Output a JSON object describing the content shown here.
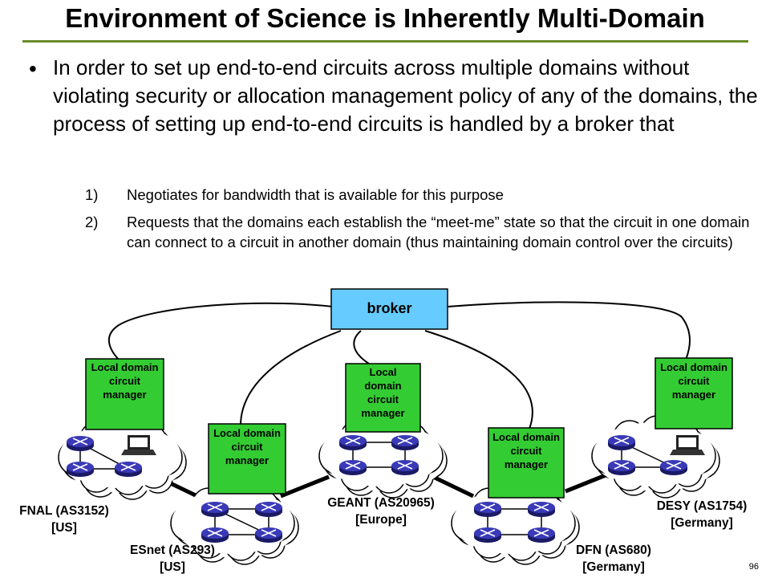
{
  "title": "Environment of Science is Inherently Multi-Domain",
  "bullet": "In order to set up end-to-end circuits across multiple domains without violating security or allocation management policy of any of the domains, the process of setting up end-to-end circuits is handled by a broker that",
  "steps": [
    {
      "num": "1)",
      "text": "Negotiates for bandwidth that is available for this purpose"
    },
    {
      "num": "2)",
      "text": "Requests that the domains each establish the “meet-me” state so that the circuit in one domain can connect to a circuit in another domain (thus maintaining domain control over the circuits)"
    }
  ],
  "broker_label": "broker",
  "manager_label": "Local domain circuit manager",
  "domains": {
    "fnal": {
      "name": "FNAL (AS3152)",
      "region": "[US]"
    },
    "esnet": {
      "name": "ESnet (AS293)",
      "region": "[US]"
    },
    "geant": {
      "name": "GEANT (AS20965)",
      "region": "[Europe]"
    },
    "dfn": {
      "name": "DFN (AS680)",
      "region": "[Germany]"
    },
    "desy": {
      "name": "DESY (AS1754)",
      "region": "[Germany]"
    }
  },
  "page_number": "96",
  "colors": {
    "rule": "#6a8c2a",
    "box": "#33cc33",
    "broker": "#66ccff",
    "router": "#3333aa"
  }
}
